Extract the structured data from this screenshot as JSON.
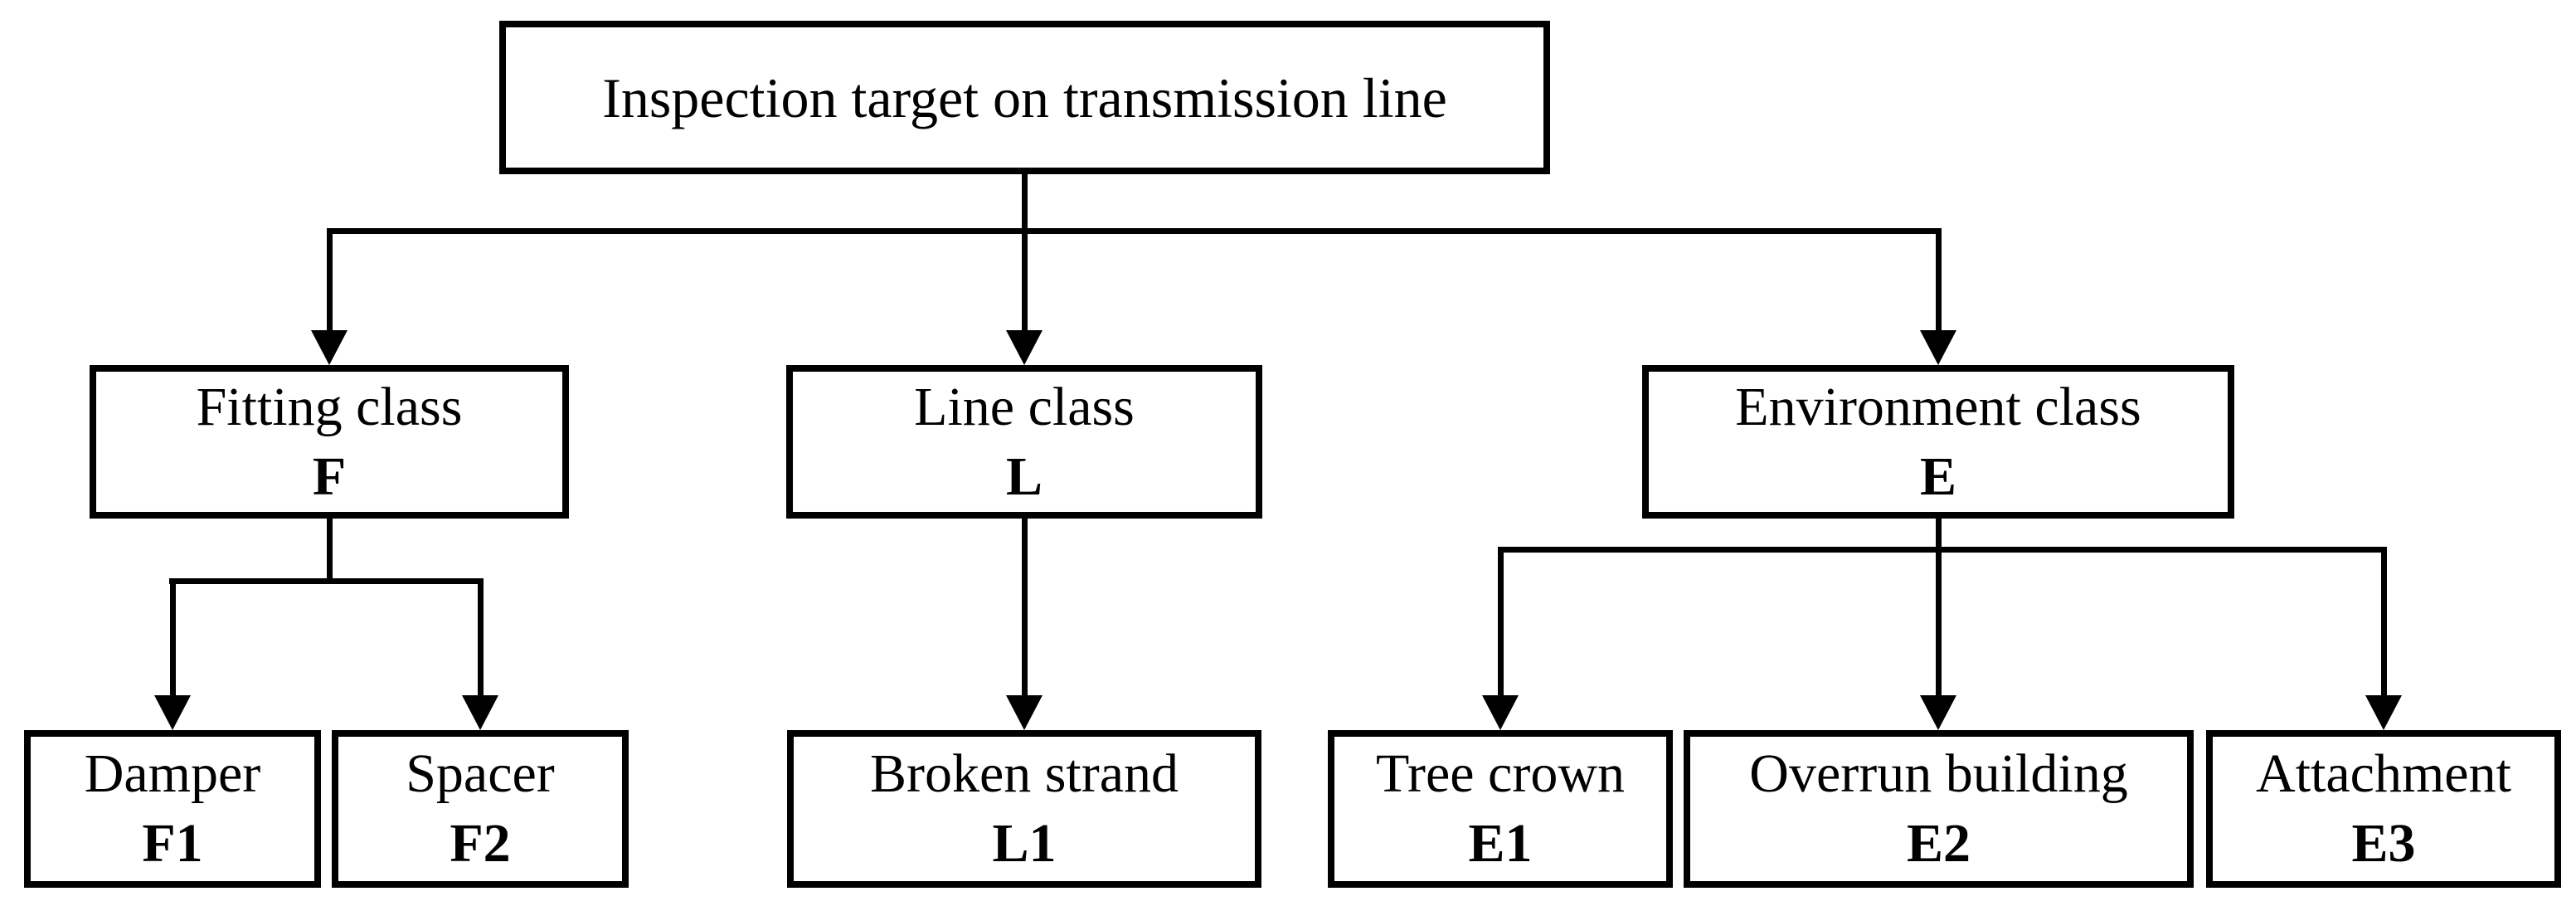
{
  "figure": {
    "type": "tree-diagram",
    "background": "#ffffff",
    "line_color": "#000000",
    "text_color": "#000000"
  },
  "tree": {
    "root": {
      "label": "Inspection target on transmission line"
    },
    "classes": [
      {
        "label": "Fitting class",
        "code": "F",
        "children": [
          {
            "label": "Damper",
            "code": "F1"
          },
          {
            "label": "Spacer",
            "code": "F2"
          }
        ]
      },
      {
        "label": "Line class",
        "code": "L",
        "children": [
          {
            "label": "Broken strand",
            "code": "L1"
          }
        ]
      },
      {
        "label": "Environment class",
        "code": "E",
        "children": [
          {
            "label": "Tree crown",
            "code": "E1"
          },
          {
            "label": "Overrun building",
            "code": "E2"
          },
          {
            "label": "Attachment",
            "code": "E3"
          }
        ]
      }
    ]
  }
}
